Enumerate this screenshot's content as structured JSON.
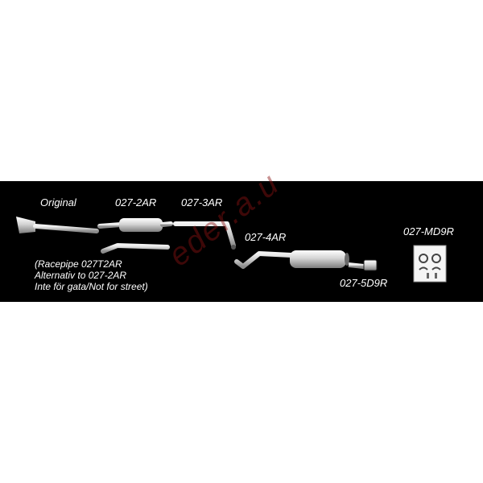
{
  "labels": {
    "original": "Original",
    "part_2ar": "027-2AR",
    "part_3ar": "027-3AR",
    "part_4ar": "027-4AR",
    "part_md9r": "027-MD9R",
    "part_5d9r": "027-5D9R"
  },
  "note": {
    "line1": "(Racepipe 027T2AR",
    "line2": "Alternativ to 027-2AR",
    "line3": "Inte för gata/Not for street)"
  },
  "watermark": "eder.a.u",
  "colors": {
    "band": "#000000",
    "text": "#ffffff",
    "pipe": "#d9d9d9",
    "watermark": "#8a1212"
  }
}
